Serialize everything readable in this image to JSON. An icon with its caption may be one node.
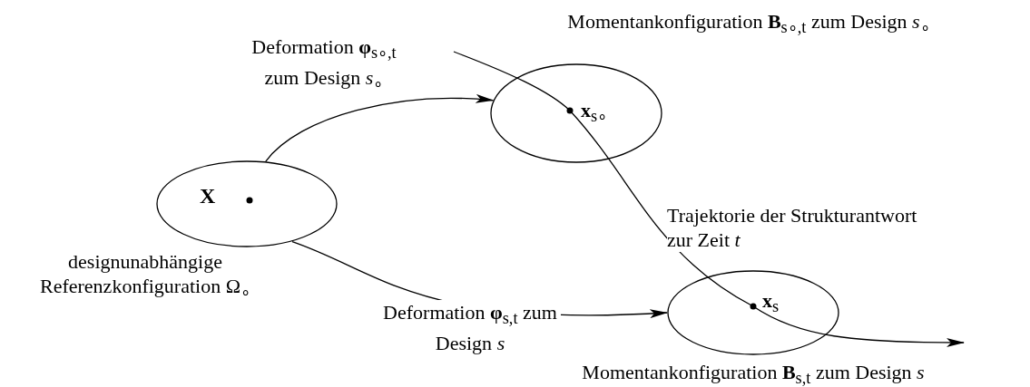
{
  "diagram": {
    "nodes": [
      {
        "text": [
          "Momentankonfiguration **B**$_{s∘,t}$ zum Design *s*$_{∘}$"
        ]
      },
      {
        "text": [
          "**x**$_{s∘}$"
        ],
        "in": 0
      },
      {
        "text": [
          "X",
          "designunabhängige Referenzkonfiguration Ω$_{∘}$"
        ]
      },
      {
        "text": [
          "Momentankonfiguration **B**$_{s,t}$ zum Design *s*"
        ]
      },
      {
        "text": [
          "**x**$_{s}$"
        ],
        "in": 3
      }
    ],
    "edges": [
      {
        "from": 2,
        "to": 0,
        "arrow": "to",
        "label": "Deformation **φ**$_{s∘,t}$ zum Design *s*$_{∘}$"
      },
      {
        "from": 2,
        "to": 3,
        "arrow": "to",
        "label": "Deformation **φ**$_{s,t}$ zum Design *s*"
      },
      {
        "from": null,
        "to": 1,
        "arrow": "none"
      },
      {
        "from": 1,
        "to": 4,
        "arrow": "none",
        "label": "Trajektorie der Strukturantwort zur Zeit *t*"
      },
      {
        "from": 4,
        "to": null,
        "arrow": "to"
      }
    ]
  }
}
